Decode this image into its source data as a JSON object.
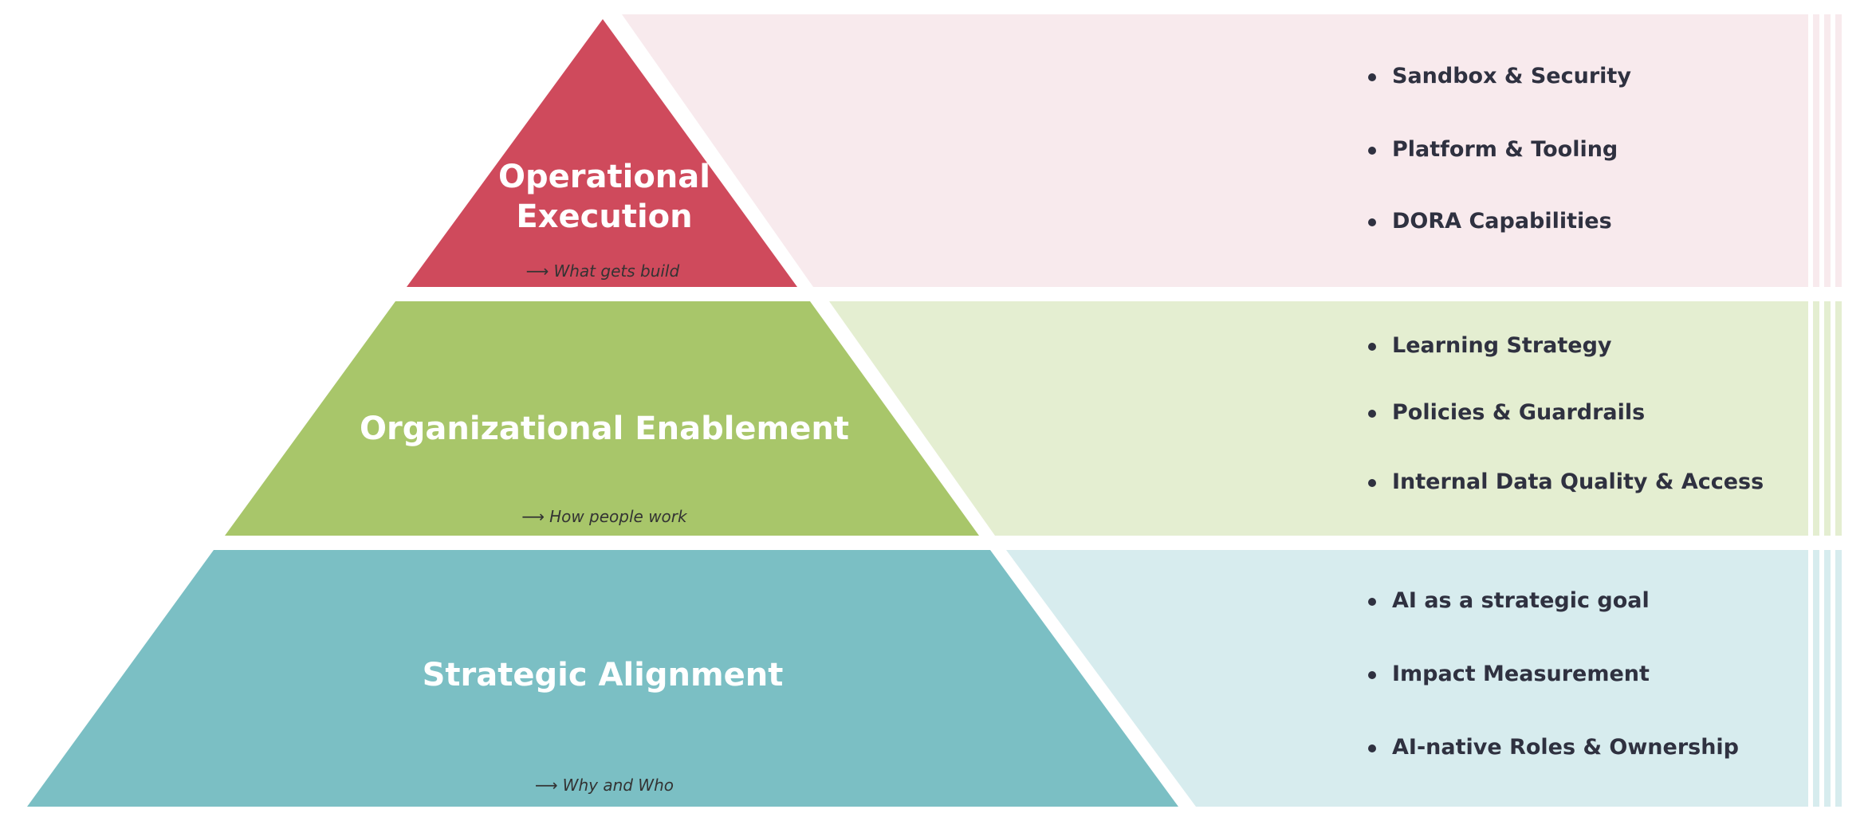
{
  "colors": {
    "background": "#ffffff",
    "tier_top_fill": "#cf4a5c",
    "tier_top_band": "#f8eaed",
    "tier_mid_fill": "#a8c66a",
    "tier_mid_band": "#e4eed1",
    "tier_bot_fill": "#7bbfc4",
    "tier_bot_band": "#d7ecee",
    "text_dark": "#2f3140"
  },
  "tiers": [
    {
      "title_line1": "Operational",
      "title_line2": "Execution",
      "subtitle": "What gets build",
      "items": [
        "Sandbox & Security",
        "Platform & Tooling",
        "DORA Capabilities"
      ]
    },
    {
      "title_line1": "Organizational Enablement",
      "title_line2": "",
      "subtitle": "How people work",
      "items": [
        "Learning Strategy",
        "Policies & Guardrails",
        "Internal Data Quality & Access"
      ]
    },
    {
      "title_line1": "Strategic Alignment",
      "title_line2": "",
      "subtitle": "Why and Who",
      "items": [
        "AI as a strategic goal",
        "Impact Measurement",
        "AI-native Roles & Ownership"
      ]
    }
  ],
  "arrow_glyph": "⟶"
}
